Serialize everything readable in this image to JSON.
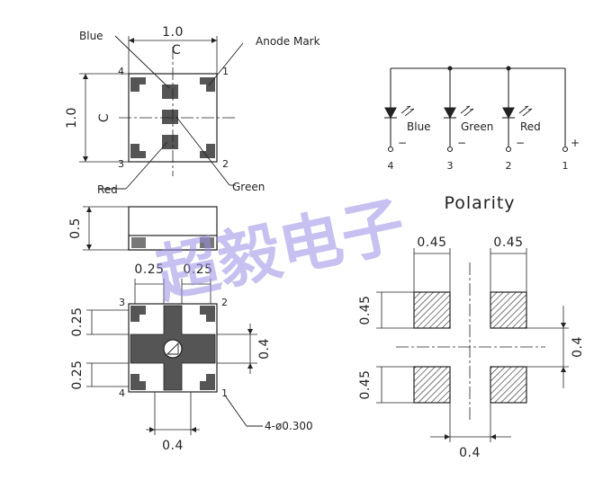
{
  "labels": {
    "blue": "Blue",
    "red": "Red",
    "green": "Green",
    "anode_mark": "Anode Mark",
    "polarity": "Polarity",
    "centerline": "C",
    "hole_note": "4-ø0.300"
  },
  "circuit": {
    "led_labels": [
      "Blue",
      "Green",
      "Red"
    ],
    "pins": [
      "4",
      "3",
      "2",
      "1"
    ],
    "minus": "−",
    "plus": "+"
  },
  "top_view": {
    "pins": [
      "1",
      "2",
      "3",
      "4"
    ],
    "width": "1.0",
    "height": "1.0"
  },
  "side_view": {
    "height": "0.5"
  },
  "bottom_view": {
    "pins": [
      "1",
      "2",
      "3",
      "4"
    ],
    "top_left_dim": "0.25",
    "top_right_dim": "0.25",
    "left_top_dim": "0.25",
    "left_bottom_dim": "0.25",
    "right_dim": "0.4",
    "bottom_dim": "0.4"
  },
  "footprint": {
    "top_left_dim": "0.45",
    "top_right_dim": "0.45",
    "left_top_dim": "0.45",
    "left_bottom_dim": "0.45",
    "right_dim": "0.4",
    "bottom_dim": "0.4"
  },
  "watermark": "超毅电子",
  "colors": {
    "line": "#222222",
    "pad_fill": "#555555",
    "watermark": "#9b8fe6"
  }
}
